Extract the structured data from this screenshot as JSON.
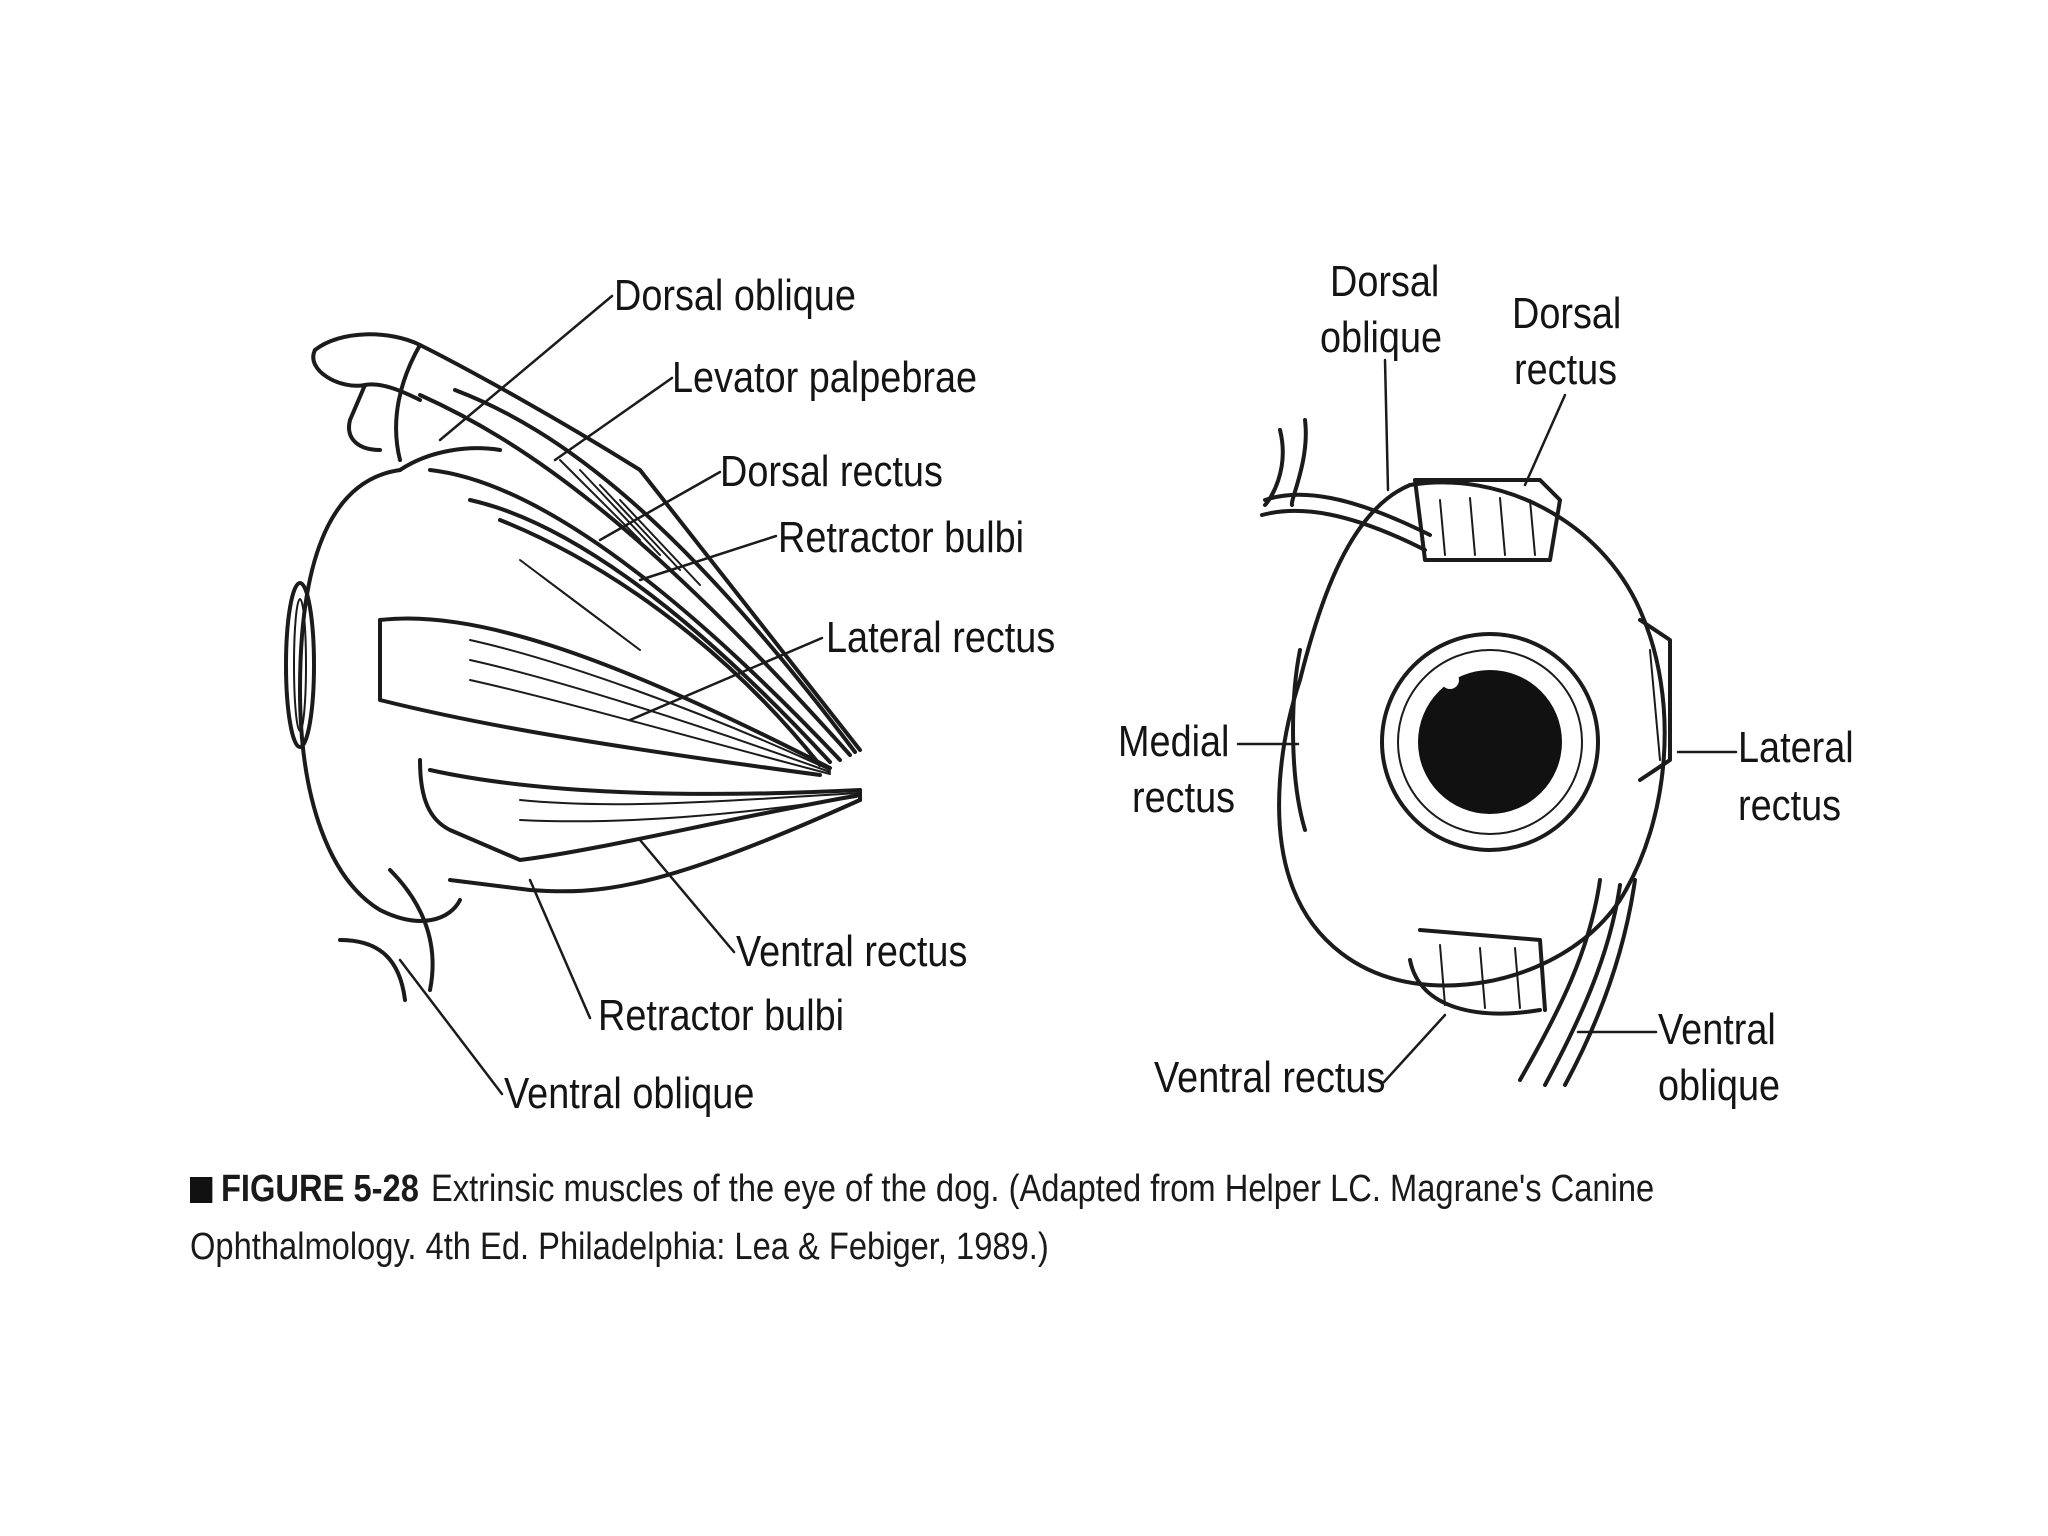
{
  "left_view": {
    "labels": {
      "dorsal_oblique": "Dorsal oblique",
      "levator_palpebrae": "Levator palpebrae",
      "dorsal_rectus": "Dorsal rectus",
      "retractor_bulbi_upper": "Retractor bulbi",
      "lateral_rectus": "Lateral rectus",
      "ventral_rectus": "Ventral rectus",
      "retractor_bulbi_lower": "Retractor bulbi",
      "ventral_oblique": "Ventral oblique"
    }
  },
  "right_view": {
    "labels": {
      "dorsal_oblique_1": "Dorsal",
      "dorsal_oblique_2": "oblique",
      "dorsal_rectus_1": "Dorsal",
      "dorsal_rectus_2": "rectus",
      "medial_rectus_1": "Medial",
      "medial_rectus_2": "rectus",
      "lateral_rectus_1": "Lateral",
      "lateral_rectus_2": "rectus",
      "ventral_rectus": "Ventral rectus",
      "ventral_oblique_1": "Ventral",
      "ventral_oblique_2": "oblique"
    }
  },
  "caption": {
    "figure_number": "FIGURE 5-28",
    "text": "Extrinsic muscles of the eye of the dog. (Adapted from Helper LC. Magrane's Canine Ophthalmology. 4th Ed. Philadelphia: Lea & Febiger, 1989.)"
  }
}
